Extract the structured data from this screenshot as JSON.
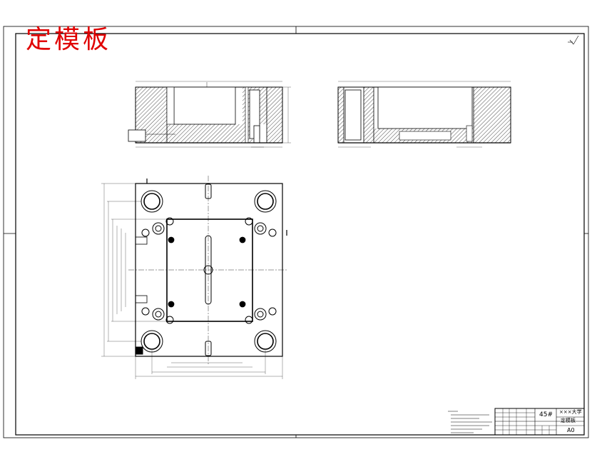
{
  "drawing_title": "定模板",
  "title_block": {
    "material": "45#",
    "school": "×××大学",
    "part_name": "定模板",
    "sheet_size": "A0"
  }
}
